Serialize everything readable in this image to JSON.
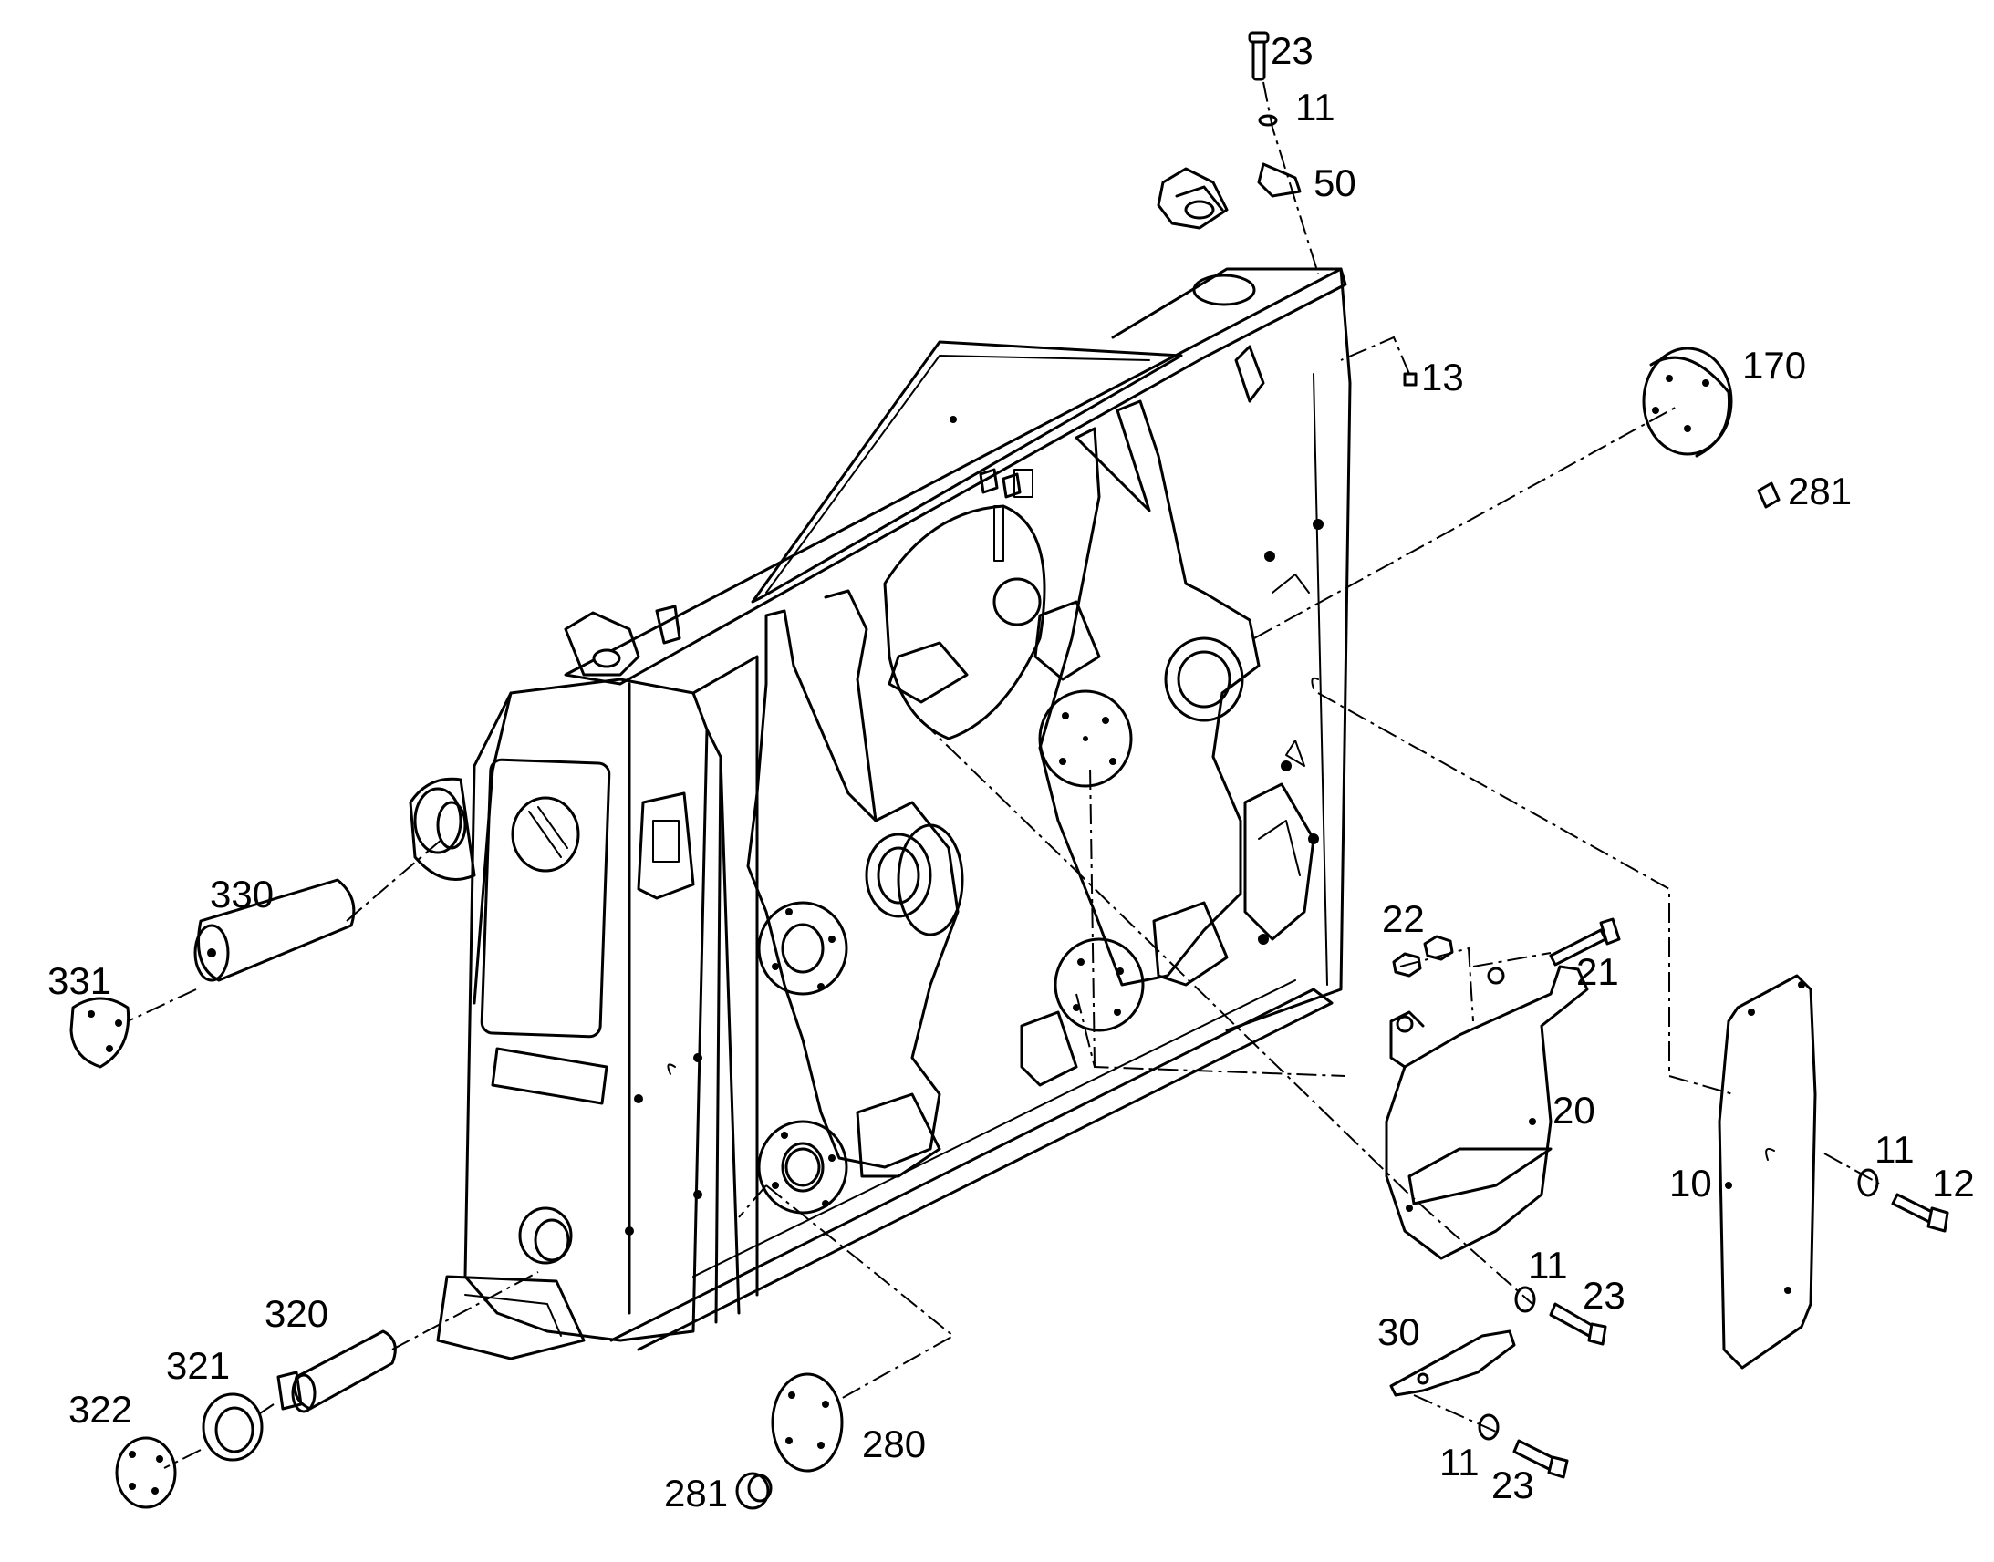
{
  "callouts": [
    {
      "id": "c23a",
      "text": "23"
    },
    {
      "id": "c11a",
      "text": "11"
    },
    {
      "id": "c50",
      "text": "50"
    },
    {
      "id": "c13",
      "text": "13"
    },
    {
      "id": "c170",
      "text": "170"
    },
    {
      "id": "c281a",
      "text": "281"
    },
    {
      "id": "c330",
      "text": "330"
    },
    {
      "id": "c331",
      "text": "331"
    },
    {
      "id": "c22",
      "text": "22"
    },
    {
      "id": "c21",
      "text": "21"
    },
    {
      "id": "c20",
      "text": "20"
    },
    {
      "id": "c10",
      "text": "10"
    },
    {
      "id": "c11b",
      "text": "11"
    },
    {
      "id": "c12",
      "text": "12"
    },
    {
      "id": "c11c",
      "text": "11"
    },
    {
      "id": "c23b",
      "text": "23"
    },
    {
      "id": "c30",
      "text": "30"
    },
    {
      "id": "c11d",
      "text": "11"
    },
    {
      "id": "c23c",
      "text": "23"
    },
    {
      "id": "c320",
      "text": "320"
    },
    {
      "id": "c321",
      "text": "321"
    },
    {
      "id": "c322",
      "text": "322"
    },
    {
      "id": "c280",
      "text": "280"
    },
    {
      "id": "c281b",
      "text": "281"
    }
  ]
}
